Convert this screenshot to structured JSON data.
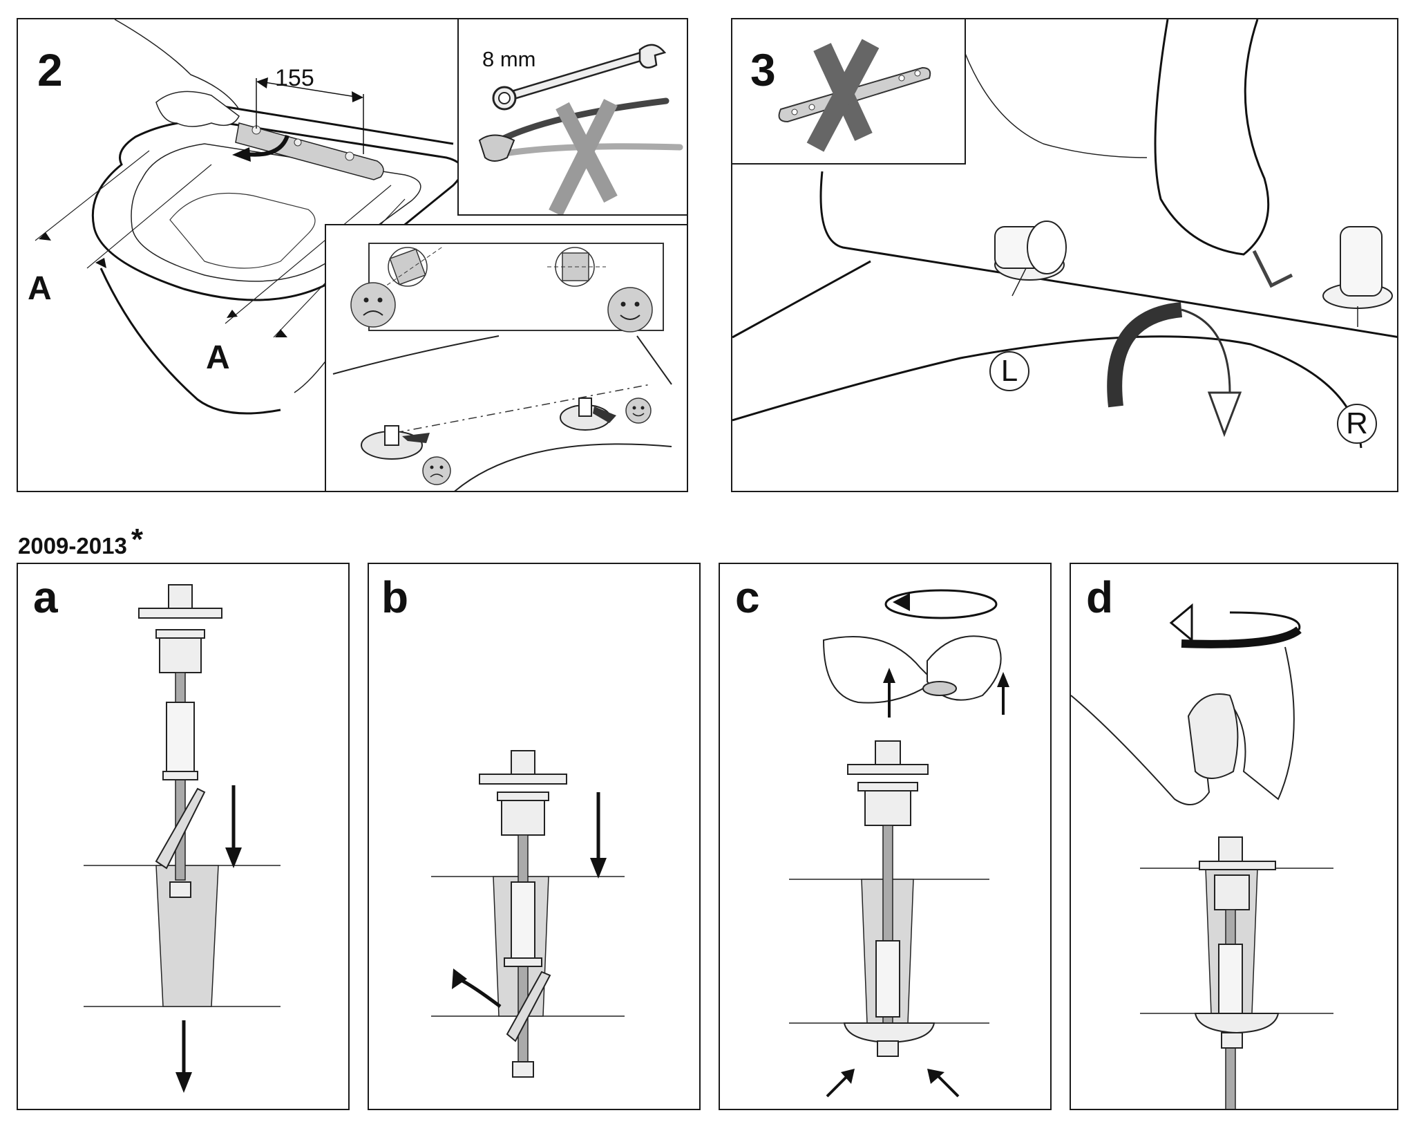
{
  "document": {
    "step2": {
      "number": "2",
      "dimension_label": "155",
      "marker_labels": [
        "A",
        "A"
      ],
      "tool_inset": {
        "wrench_label": "8 mm",
        "allowed_tool": "wrench-icon",
        "forbidden_tool": "pliers-icon"
      },
      "alignment_inset": {
        "wrong": "sad-face-icon",
        "correct": "happy-face-icon"
      }
    },
    "step3": {
      "number": "3",
      "forbidden_part": "mounting-plate-icon",
      "left_label": "L",
      "right_label": "R"
    },
    "variant_section": {
      "label": "2009-2013",
      "footnote_mark": "*",
      "steps": [
        {
          "letter": "a"
        },
        {
          "letter": "b"
        },
        {
          "letter": "c"
        },
        {
          "letter": "d"
        }
      ]
    }
  }
}
